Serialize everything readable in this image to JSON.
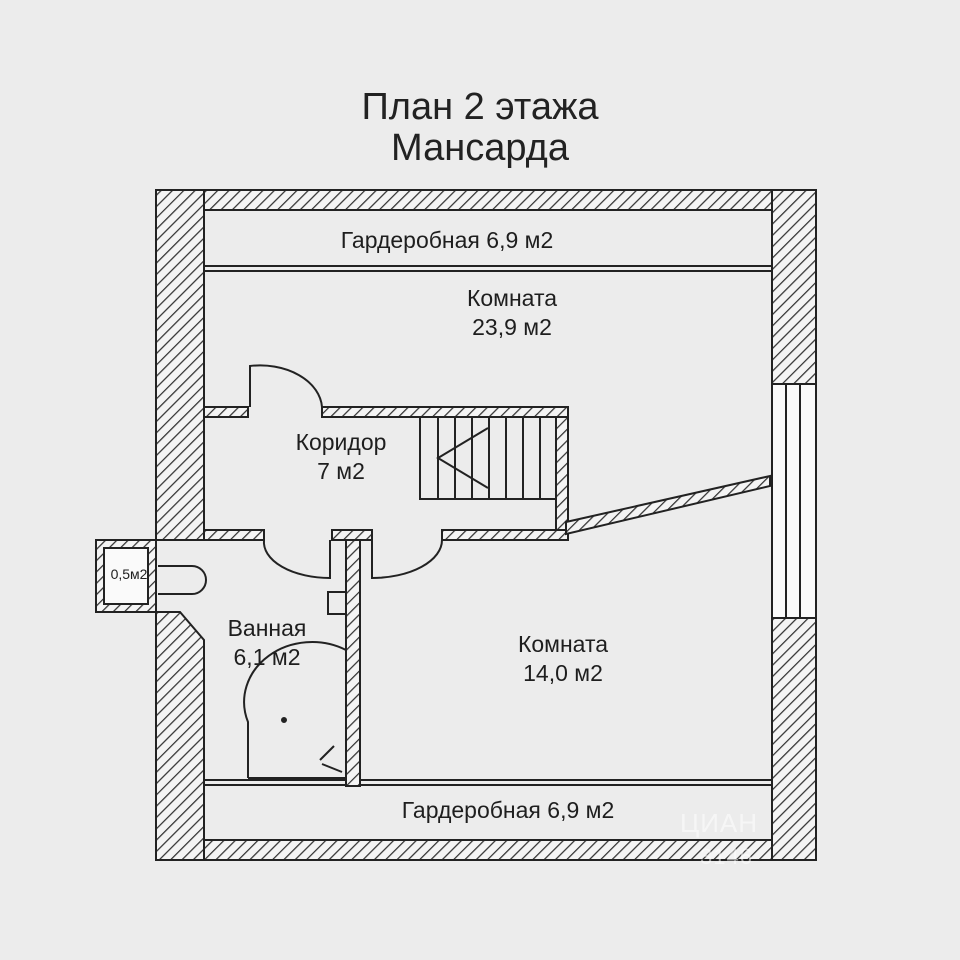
{
  "plan": {
    "title": "План 2 этажа",
    "subtitle": "Мансарда"
  },
  "rooms": {
    "wardrobe_top": "Гардеробная 6,9 м2",
    "room_1": {
      "name": "Комната",
      "area": "23,9 м2"
    },
    "corridor": {
      "name": "Коридор",
      "area": "7 м2"
    },
    "niche": "0,5м2",
    "bathroom": {
      "name": "Ванная",
      "area": "6,1 м2"
    },
    "room_2": {
      "name": "Комната",
      "area": "14,0 м2"
    },
    "wardrobe_bottom": "Гардеробная 6,9 м2"
  },
  "watermark": {
    "logo": "ЦИАН",
    "id": "3146"
  },
  "colors": {
    "background": "#ececec",
    "wall_stroke": "#222222"
  }
}
